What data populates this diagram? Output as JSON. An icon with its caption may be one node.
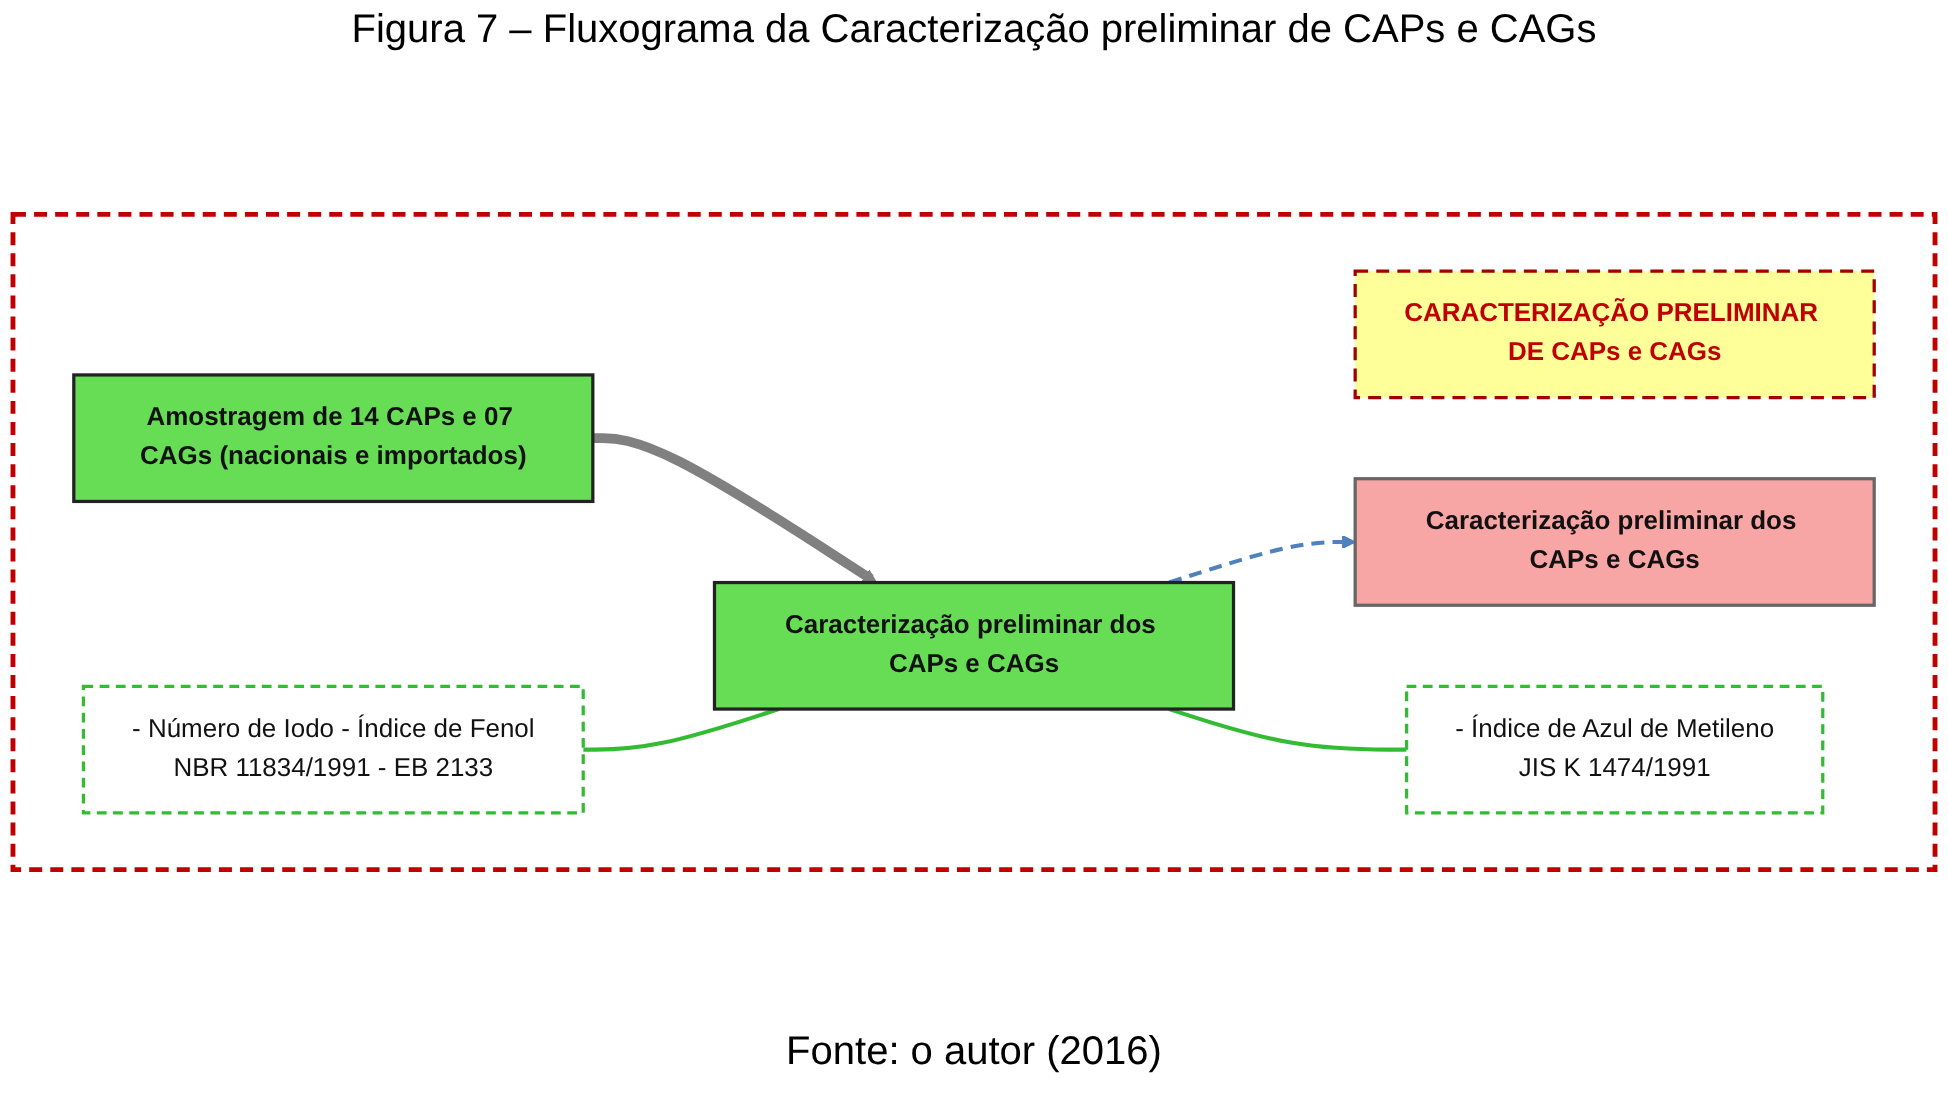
{
  "diagram": {
    "title": "Figura 7 – Fluxograma da Caracterização preliminar de CAPs e CAGs",
    "caption": "Fonte: o autor (2016)",
    "nodes": [
      {
        "text": [],
        "shape": "box"
      },
      {
        "text": [
          "CARACTERIZAÇÃO PRELIMINAR DE CAPs e CAGs"
        ],
        "in": 0
      },
      {
        "text": [
          "- Número de Iodo - Índice de Fenol",
          "NBR 11834/1991 - EB 2133"
        ],
        "in": 0
      },
      {
        "text": [
          "Amostragem de 14 CAPs e 07 CAGs (nacionais e importados)"
        ],
        "in": 0
      },
      {
        "text": [
          "Caracterização preliminar dos CAPs e CAGs"
        ],
        "in": 0
      },
      {
        "text": [
          "Caracterização preliminar dos CAPs e CAGs"
        ],
        "in": 0
      },
      {
        "text": [
          "- Índice de Azul de Metileno",
          "JIS K 1474/1991"
        ],
        "in": 0
      }
    ],
    "edges": [
      {
        "from": 3,
        "to": 4,
        "arrow": "to",
        "style": "thick",
        "color": "#808080"
      },
      {
        "from": 4,
        "to": 5,
        "arrow": "to",
        "style": "dashed",
        "color": "#4f81bd"
      },
      {
        "from": 2,
        "to": 4,
        "arrow": "none",
        "color": "#33bb33"
      },
      {
        "from": 4,
        "to": 6,
        "arrow": "none",
        "color": "#33bb33"
      }
    ]
  }
}
